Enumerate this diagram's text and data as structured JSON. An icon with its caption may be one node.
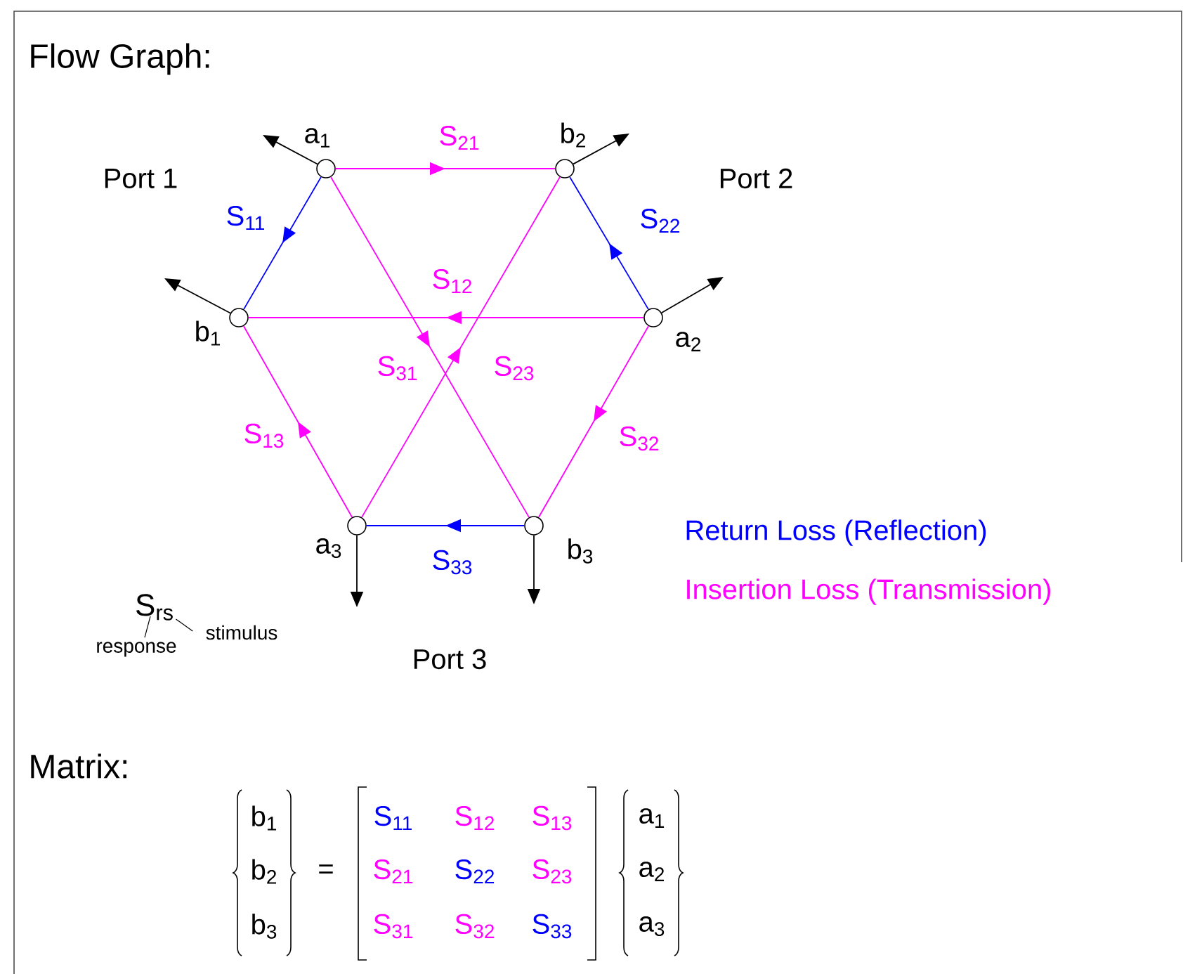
{
  "diagram": {
    "title": "Flow Graph:",
    "nodes": [
      {
        "text": [],
        "shape": "circle",
        "beside": [
          "a$_{1}$"
        ]
      },
      {
        "text": [],
        "shape": "circle",
        "beside": [
          "b$_{2}$"
        ]
      },
      {
        "text": [],
        "shape": "circle",
        "beside": [
          "b$_{1}$"
        ]
      },
      {
        "text": [],
        "shape": "circle",
        "beside": [
          "a$_{2}$"
        ]
      },
      {
        "text": [],
        "shape": "circle",
        "beside": [
          "a$_{3}$"
        ]
      },
      {
        "text": [],
        "shape": "circle",
        "beside": [
          "b$_{3}$"
        ]
      },
      {
        "text": [
          "S$_{rs}$"
        ]
      },
      {
        "text": [
          "response"
        ]
      },
      {
        "text": [
          "stimulus"
        ]
      }
    ],
    "edges": [
      {
        "from": 0,
        "to": 1,
        "arrow": "to",
        "label": "S$_{21}$",
        "color": "#ff00ff"
      },
      {
        "from": 0,
        "to": 2,
        "arrow": "to",
        "label": "S$_{11}$",
        "color": "#0000ff"
      },
      {
        "from": 3,
        "to": 1,
        "arrow": "to",
        "label": "S$_{22}$",
        "color": "#0000ff"
      },
      {
        "from": 3,
        "to": 2,
        "arrow": "to",
        "label": "S$_{12}$",
        "color": "#ff00ff"
      },
      {
        "from": 0,
        "to": 5,
        "arrow": "to",
        "label": "S$_{31}$",
        "color": "#ff00ff"
      },
      {
        "from": 4,
        "to": 1,
        "arrow": "to",
        "label": "S$_{23}$",
        "color": "#ff00ff"
      },
      {
        "from": 4,
        "to": 2,
        "arrow": "to",
        "label": "S$_{13}$",
        "color": "#ff00ff"
      },
      {
        "from": 3,
        "to": 5,
        "arrow": "to",
        "label": "S$_{32}$",
        "color": "#ff00ff"
      },
      {
        "from": 5,
        "to": 4,
        "arrow": "to",
        "label": "S$_{33}$",
        "color": "#0000ff"
      },
      {
        "from": 0,
        "to": null,
        "arrow": "to",
        "color": "#000000"
      },
      {
        "from": 1,
        "to": null,
        "arrow": "to",
        "color": "#000000"
      },
      {
        "from": 2,
        "to": null,
        "arrow": "to",
        "color": "#000000"
      },
      {
        "from": 3,
        "to": null,
        "arrow": "to",
        "color": "#000000"
      },
      {
        "from": 4,
        "to": null,
        "arrow": "to",
        "color": "#000000"
      },
      {
        "from": 5,
        "to": null,
        "arrow": "to",
        "color": "#000000"
      },
      {
        "from": 7,
        "to": 6,
        "arrow": "none",
        "color": "#000000"
      },
      {
        "from": 8,
        "to": 6,
        "arrow": "none",
        "color": "#000000"
      }
    ],
    "labels": [
      "Port 1",
      "Port 2",
      "Port 3",
      "Matrix:",
      "b$_{1}$",
      "b$_{2}$",
      "b$_{3}$",
      "=",
      "S$_{11}$",
      "S$_{12}$",
      "S$_{13}$",
      "S$_{21}$",
      "S$_{22}$",
      "S$_{23}$",
      "S$_{31}$",
      "S$_{32}$",
      "S$_{33}$",
      "a$_{1}$",
      "a$_{2}$",
      "a$_{3}$"
    ],
    "legend": [
      {
        "text": "Return Loss (Reflection)",
        "color": "#0000ff"
      },
      {
        "text": "Insertion Loss (Transmission)",
        "color": "#ff00ff"
      }
    ]
  }
}
